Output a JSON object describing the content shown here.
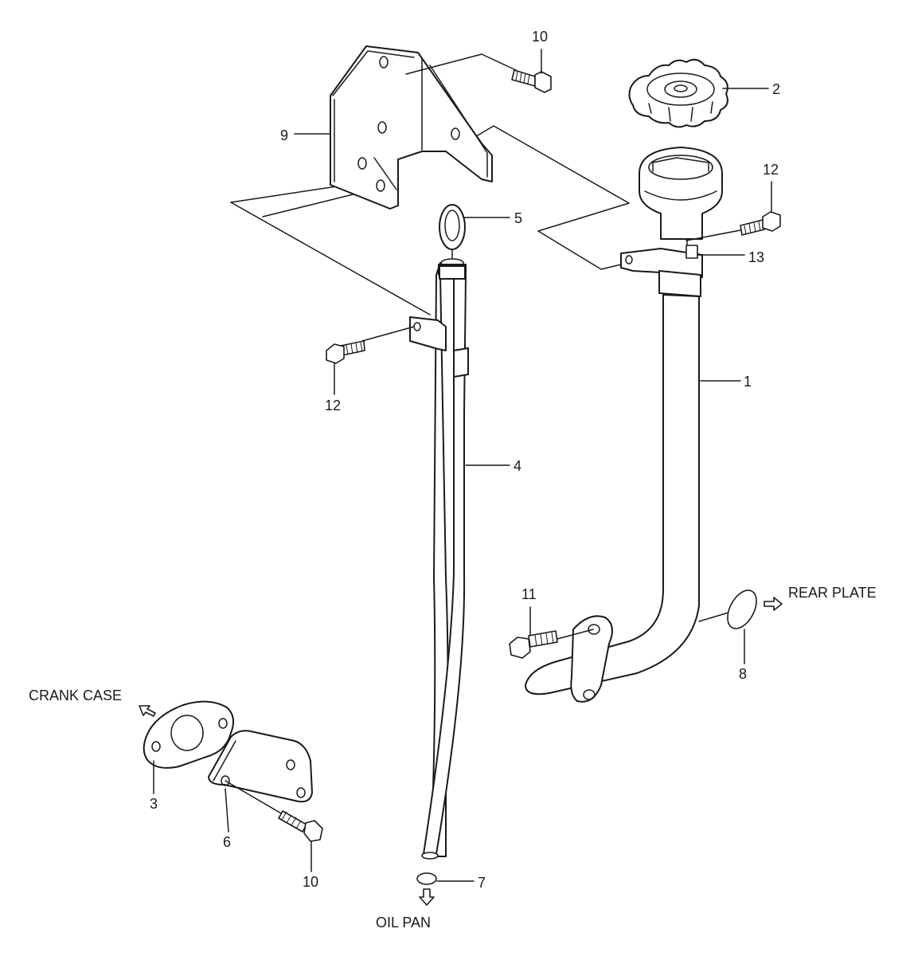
{
  "callouts": {
    "c1": "1",
    "c2": "2",
    "c3": "3",
    "c4": "4",
    "c5": "5",
    "c6": "6",
    "c7": "7",
    "c8": "8",
    "c9": "9",
    "c10a": "10",
    "c10b": "10",
    "c11": "11",
    "c12a": "12",
    "c12b": "12",
    "c13": "13"
  },
  "destinations": {
    "rear_plate": "REAR PLATE",
    "crank_case": "CRANK CASE",
    "oil_pan": "OIL PAN"
  }
}
